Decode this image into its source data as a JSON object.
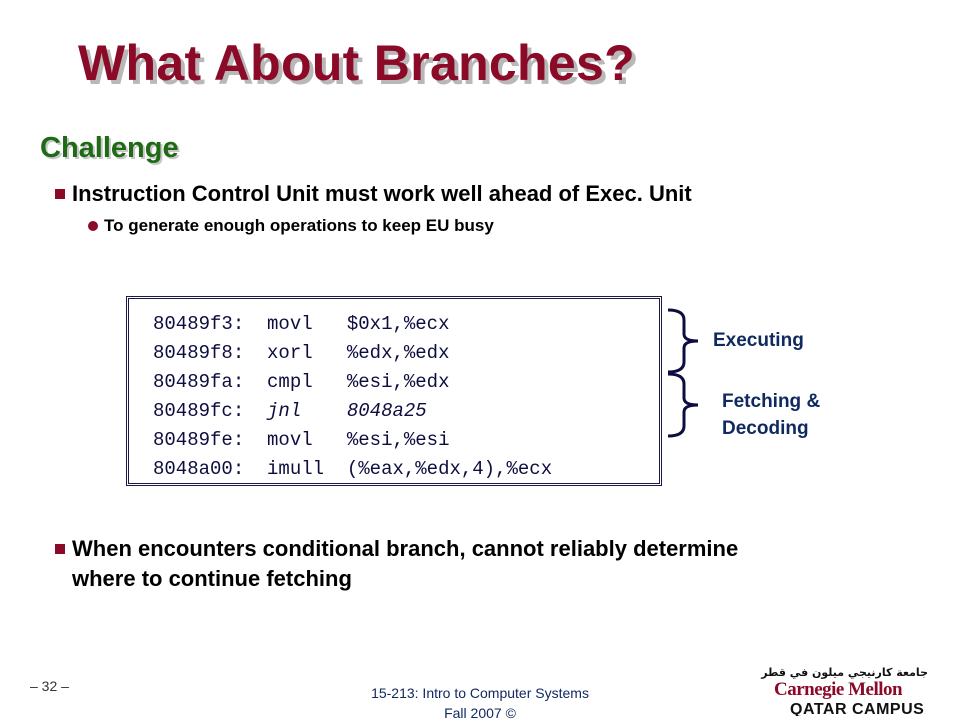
{
  "title": "What About Branches?",
  "heading": "Challenge",
  "bullet1": "Instruction Control Unit must work well ahead of Exec. Unit",
  "subbullet1": "To generate enough operations to keep EU busy",
  "code": [
    {
      "addr": "80489f3:",
      "op": "movl",
      "args": "$0x1,%ecx"
    },
    {
      "addr": "80489f8:",
      "op": "xorl",
      "args": "%edx,%edx"
    },
    {
      "addr": "80489fa:",
      "op": "cmpl",
      "args": "%esi,%edx"
    },
    {
      "addr": "80489fc:",
      "op": "jnl",
      "args": "8048a25"
    },
    {
      "addr": "80489fe:",
      "op": "movl",
      "args": "%esi,%esi"
    },
    {
      "addr": "8048a00:",
      "op": "imull",
      "args": "(%eax,%edx,4),%ecx"
    }
  ],
  "label_executing": "Executing",
  "label_fetching_1": "Fetching &",
  "label_fetching_2": "Decoding",
  "bullet2_line1": "When encounters conditional branch, cannot reliably determine",
  "bullet2_line2": "where to continue fetching",
  "page_number": "– 32 –",
  "footer_line1": "15-213: Intro to Computer Systems",
  "footer_line2": "Fall 2007 ©",
  "logo": {
    "arabic": "جامعة كارنيجي ميلون في قطر",
    "name": "Carnegie Mellon",
    "campus": "QATAR CAMPUS"
  },
  "colors": {
    "title": "#8b0a28",
    "heading": "#1f6a15",
    "code": "#0d0d40"
  }
}
